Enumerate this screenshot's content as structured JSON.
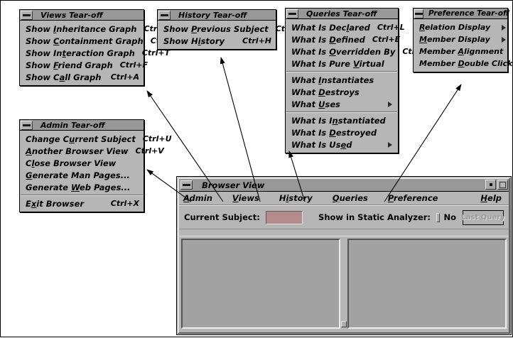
{
  "menus": [
    {
      "key": "views",
      "title": "Views Tear-off",
      "items": [
        {
          "label": "Show Inheritance Graph",
          "mnemonic": "I",
          "accel": "Ctrl+I"
        },
        {
          "label": "Show Containment Graph",
          "mnemonic": "C",
          "accel": "Ctrl+O"
        },
        {
          "label": "Show Interaction Graph",
          "mnemonic": "t",
          "accel": "Ctrl+T"
        },
        {
          "label": "Show Friend Graph",
          "mnemonic": "F",
          "accel": "Ctrl+F"
        },
        {
          "label": "Show Call Graph",
          "mnemonic": "a",
          "accel": "Ctrl+A"
        }
      ]
    },
    {
      "key": "history",
      "title": "History Tear-off",
      "items": [
        {
          "label": "Show Previous Subject",
          "mnemonic": "P",
          "accel": "Ctrl+P"
        },
        {
          "label": "Show History",
          "mnemonic": "i",
          "accel": "Ctrl+H"
        }
      ]
    },
    {
      "key": "queries",
      "title": "Queries Tear-off",
      "items": [
        {
          "label": "What Is Declared",
          "mnemonic": "l",
          "accel": "Ctrl+L"
        },
        {
          "label": "What Is Defined",
          "mnemonic": "D",
          "accel": "Ctrl+E"
        },
        {
          "label": "What Is Overridden By",
          "mnemonic": "O",
          "accel": "Ctrl+R"
        },
        {
          "label": "What Is Pure Virtual",
          "mnemonic": "V",
          "accel": ""
        },
        {
          "separator": true
        },
        {
          "label": "What Instantiates",
          "mnemonic": "I",
          "accel": ""
        },
        {
          "label": "What Destroys",
          "mnemonic": "D",
          "accel": ""
        },
        {
          "label": "What Uses",
          "mnemonic": "U",
          "accel": "",
          "submenu": true
        },
        {
          "separator": true
        },
        {
          "label": "What Is Instantiated",
          "mnemonic": "n",
          "accel": ""
        },
        {
          "label": "What Is Destroyed",
          "mnemonic": "D",
          "accel": ""
        },
        {
          "label": "What Is Used",
          "mnemonic": "e",
          "accel": "",
          "submenu": true
        }
      ]
    },
    {
      "key": "preference",
      "title": "Preference Tear-off",
      "items": [
        {
          "label": "Relation Display",
          "mnemonic": "R",
          "accel": "",
          "submenu": true
        },
        {
          "label": "Member Display",
          "mnemonic": "M",
          "accel": "",
          "submenu": true
        },
        {
          "label": "Member Alignment",
          "mnemonic": "A",
          "accel": "",
          "submenu": true
        },
        {
          "label": "Member Double Click",
          "mnemonic": "D",
          "accel": "",
          "submenu": true
        }
      ]
    },
    {
      "key": "admin",
      "title": "Admin Tear-off",
      "items": [
        {
          "label": "Change Current Subject",
          "mnemonic": "u",
          "accel": "Ctrl+U"
        },
        {
          "label": "Another Browser View",
          "mnemonic": "A",
          "accel": "Ctrl+V"
        },
        {
          "label": "Close Browser View",
          "mnemonic": "l",
          "accel": ""
        },
        {
          "label": "Generate Man Pages...",
          "mnemonic": "G",
          "accel": ""
        },
        {
          "label": "Generate Web Pages...",
          "mnemonic": "W",
          "accel": ""
        },
        {
          "separator": true
        },
        {
          "label": "Exit Browser",
          "mnemonic": "x",
          "accel": "Ctrl+X"
        }
      ]
    }
  ],
  "browser": {
    "title": "Browser View",
    "menubar": [
      {
        "label": "Admin",
        "mnemonic": "A"
      },
      {
        "label": "Views",
        "mnemonic": "V"
      },
      {
        "label": "History",
        "mnemonic": "i"
      },
      {
        "label": "Queries",
        "mnemonic": "Q"
      },
      {
        "label": "Preference",
        "mnemonic": "P"
      }
    ],
    "help_label": "Help",
    "help_mnemonic": "H",
    "subject_label": "Current Subject:",
    "subject_value": "",
    "subject_placeholder": "",
    "analyzer_label": "Show in Static Analyzer:",
    "analyzer_state_text": "No",
    "analyzer_checked": false,
    "last_query_label": "Last Query",
    "last_query_disabled": true,
    "minimize_icon": "minimize-icon",
    "maximize_icon": "maximize-icon",
    "tearoff_icon": "tearoff-handle-icon"
  },
  "colors": {
    "face": "#b6b6b6",
    "titlebar": "#989898",
    "subject_field": "#b48c8c",
    "pane": "#a2a2a2",
    "text": "#000000",
    "disabled_text": "#9a9a9a"
  }
}
